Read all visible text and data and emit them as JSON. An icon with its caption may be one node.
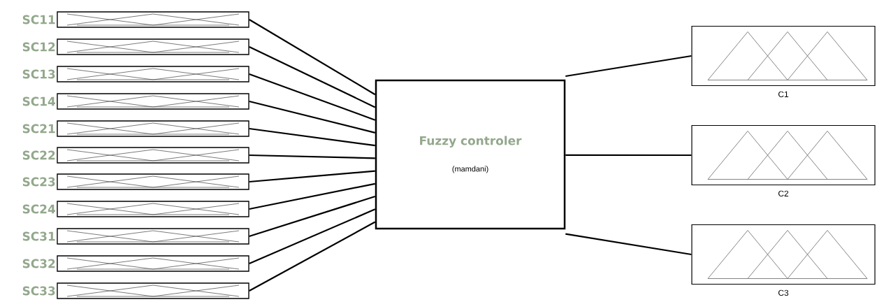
{
  "diagram": {
    "nodes": [
      {
        "text": [
          "SC11"
        ]
      },
      {
        "text": [
          "SC12"
        ]
      },
      {
        "text": [
          "SC13"
        ]
      },
      {
        "text": [
          "SC14"
        ]
      },
      {
        "text": [
          "SC21"
        ]
      },
      {
        "text": [
          "SC22"
        ]
      },
      {
        "text": [
          "SC23"
        ]
      },
      {
        "text": [
          "SC24"
        ]
      },
      {
        "text": [
          "SC31"
        ]
      },
      {
        "text": [
          "SC32"
        ]
      },
      {
        "text": [
          "SC33"
        ]
      },
      {
        "text": [
          "Fuzzy controler",
          "(mamdani)"
        ]
      },
      {
        "text": [
          "C1"
        ]
      },
      {
        "text": [
          "C2"
        ]
      },
      {
        "text": [
          "C3"
        ]
      }
    ],
    "edges": [
      {
        "from": 0,
        "to": 11,
        "arrow": "none"
      },
      {
        "from": 1,
        "to": 11,
        "arrow": "none"
      },
      {
        "from": 2,
        "to": 11,
        "arrow": "none"
      },
      {
        "from": 3,
        "to": 11,
        "arrow": "none"
      },
      {
        "from": 4,
        "to": 11,
        "arrow": "none"
      },
      {
        "from": 5,
        "to": 11,
        "arrow": "none"
      },
      {
        "from": 6,
        "to": 11,
        "arrow": "none"
      },
      {
        "from": 7,
        "to": 11,
        "arrow": "none"
      },
      {
        "from": 8,
        "to": 11,
        "arrow": "none"
      },
      {
        "from": 9,
        "to": 11,
        "arrow": "none"
      },
      {
        "from": 10,
        "to": 11,
        "arrow": "none"
      },
      {
        "from": 11,
        "to": 12,
        "arrow": "none"
      },
      {
        "from": 11,
        "to": 13,
        "arrow": "none"
      },
      {
        "from": 11,
        "to": 14,
        "arrow": "none"
      }
    ]
  }
}
